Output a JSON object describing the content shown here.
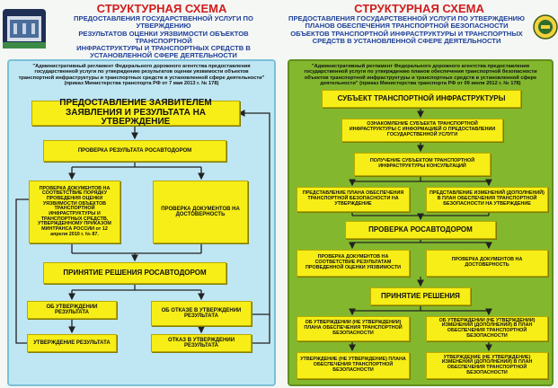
{
  "left": {
    "title": "СТРУКТУРНАЯ СХЕМА",
    "subtitle_lines": [
      "ПРЕДОСТАВЛЕНИЯ ГОСУДАРСТВЕННОЙ УСЛУГИ ПО УТВЕРЖДЕНИЮ",
      "РЕЗУЛЬТАТОВ ОЦЕНКИ УЯЗВИМОСТИ ОБЪЕКТОВ ТРАНСПОРТНОЙ",
      "ИНФРАСТРУКТУРЫ И ТРАНСПОРТНЫХ СРЕДСТВ В",
      "УСТАНОВЛЕННОЙ СФЕРЕ ДЕЯТЕЛЬНОСТИ"
    ],
    "regulation": "\"Административный регламент Федерального дорожного агентства предоставления государственной услуги по утверждению результатов оценки уязвимости объектов транспортной инфраструктуры и транспортных средств в установленной сфере деятельности\" (приказ Министерства транспорта РФ от 7 мая 2013 г. № 178)",
    "boxes": [
      "ПРЕДОСТАВЛЕНИЕ ЗАЯВИТЕЛЕМ ЗАЯВЛЕНИЯ И РЕЗУЛЬТАТА НА УТВЕРЖДЕНИЕ",
      "ПРОВЕРКА РЕЗУЛЬТАТА РОСАВТОДОРОМ",
      "ПРОВЕРКА ДОКУМЕНТОВ НА СООТВЕТСТВИЕ ПОРЯДКУ ПРОВЕДЕНИЯ ОЦЕНКИ УЯЗВИМОСТИ ОБЪЕКТОВ ТРАНСПОРТНОЙ ИНФРАСТРУКТУРЫ И ТРАНСПОРТНЫХ СРЕДСТВ, УТВЕРЖДЕННОМУ ПРИКАЗОМ МИНТРАНСА РОССИИ от 12 апреля 2010 г. № 87.",
      "ПРОВЕРКА ДОКУМЕНТОВ НА ДОСТОВЕРНОСТЬ",
      "ПРИНЯТИЕ РЕШЕНИЯ РОСАВТОДОРОМ",
      "ОБ УТВЕРЖДЕНИИ РЕЗУЛЬТАТА",
      "ОБ ОТКАЗЕ В УТВЕРЖДЕНИИ РЕЗУЛЬТАТА",
      "УТВЕРЖДЕНИЕ РЕЗУЛЬТАТА",
      "ОТКАЗ В УТВЕРЖДЕНИИ РЕЗУЛЬТАТА"
    ]
  },
  "right": {
    "title": "СТРУКТУРНАЯ СХЕМА",
    "subtitle_lines": [
      "ПРЕДОСТАВЛЕНИЯ ГОСУДАРСТВЕННОЙ УСЛУГИ ПО УТВЕРЖДЕНИЮ",
      "ПЛАНОВ ОБЕСПЕЧЕНИЯ ТРАНСПОРТНОЙ БЕЗОПАСНОСТИ",
      "ОБЪЕКТОВ ТРАНСПОРТНОЙ ИНФРАСТРУКТУРЫ И ТРАНСПОРТНЫХ",
      "СРЕДСТВ В УСТАНОВЛЕННОЙ СФЕРЕ ДЕЯТЕЛЬНОСТИ"
    ],
    "regulation": "\"Административный регламент Федерального дорожного агентства предоставления государственной услуги по утверждению планов обеспечения транспортной безопасности объектов транспортной инфраструктуры и транспортных средств в установленной сфере деятельности\" (приказ Министерства транспорта РФ от 09 июля 2012 г. № 178)",
    "boxes": [
      "СУБЪЕКТ ТРАНСПОРТНОЙ ИНФРАСТРУКТУРЫ",
      "ОЗНАКОМЛЕНИЕ СУБЪЕКТА ТРАНСПОРТНОЙ ИНФРАСТРУКТУРЫ С ИНФОРМАЦИЕЙ О ПРЕДОСТАВЛЕНИИ ГОСУДАРСТВЕННОЙ УСЛУГИ",
      "ПОЛУЧЕНИЕ СУБЪЕКТОМ ТРАНСПОРТНОЙ ИНФРАСТРУКТУРЫ КОНСУЛЬТАЦИЙ",
      "ПРЕДСТАВЛЕНИЕ ПЛАНА ОБЕСПЕЧЕНИЯ ТРАНСПОРТНОЙ БЕЗОПАСНОСТИ НА УТВЕРЖДЕНИЕ",
      "ПРЕДСТАВЛЕНИЕ ИЗМЕНЕНИЙ (ДОПОЛНЕНИЙ) В ПЛАН ОБЕСПЕЧЕНИЯ ТРАНСПОРТНОЙ БЕЗОПАСНОСТИ НА УТВЕРЖДЕНИЕ",
      "ПРОВЕРКА РОСАВТОДОРОМ",
      "ПРОВЕРКА ДОКУМЕНТОВ НА СООТВЕТСТВИЕ РЕЗУЛЬТАТАМ ПРОВЕДЕННОЙ ОЦЕНКИ УЯЗВИМОСТИ",
      "ПРОВЕРКА ДОКУМЕНТОВ НА ДОСТОВЕРНОСТЬ",
      "ПРИНЯТИЕ РЕШЕНИЯ",
      "ОБ УТВЕРЖДЕНИИ (НЕ УТВЕРЖДЕНИИ) ПЛАНА ОБЕСПЕЧЕНИЯ ТРАНСПОРТНОЙ БЕЗОПАСНОСТИ",
      "ОБ УТВЕРЖДЕНИИ (НЕ УТВЕРЖДЕНИИ) ИЗМЕНЕНИЙ (ДОПОЛНЕНИЙ) В ПЛАН ОБЕСПЕЧЕНИЯ ТРАНСПОРТНОЙ БЕЗОПАСНОСТИ",
      "УТВЕРЖДЕНИЕ (НЕ УТВЕРЖДЕНИЕ) ПЛАНА ОБЕСПЕЧЕНИЯ ТРАНСПОРТНОЙ БЕЗОПАСНОСТИ",
      "УТВЕРЖДЕНИЕ (НЕ УТВЕРЖДЕНИЕ) ИЗМЕНЕНИЙ (ДОПОЛНЕНИЙ) В ПЛАН ОБЕСПЕЧЕНИЯ ТРАНСПОРТНОЙ БЕЗОПАСНОСТИ"
    ]
  },
  "colors": {
    "title": "#d11d1d",
    "subtitle": "#1f3f9a",
    "box": "#f7ee17",
    "left_panel": "#bfe6f3",
    "right_panel": "#83b82e"
  }
}
